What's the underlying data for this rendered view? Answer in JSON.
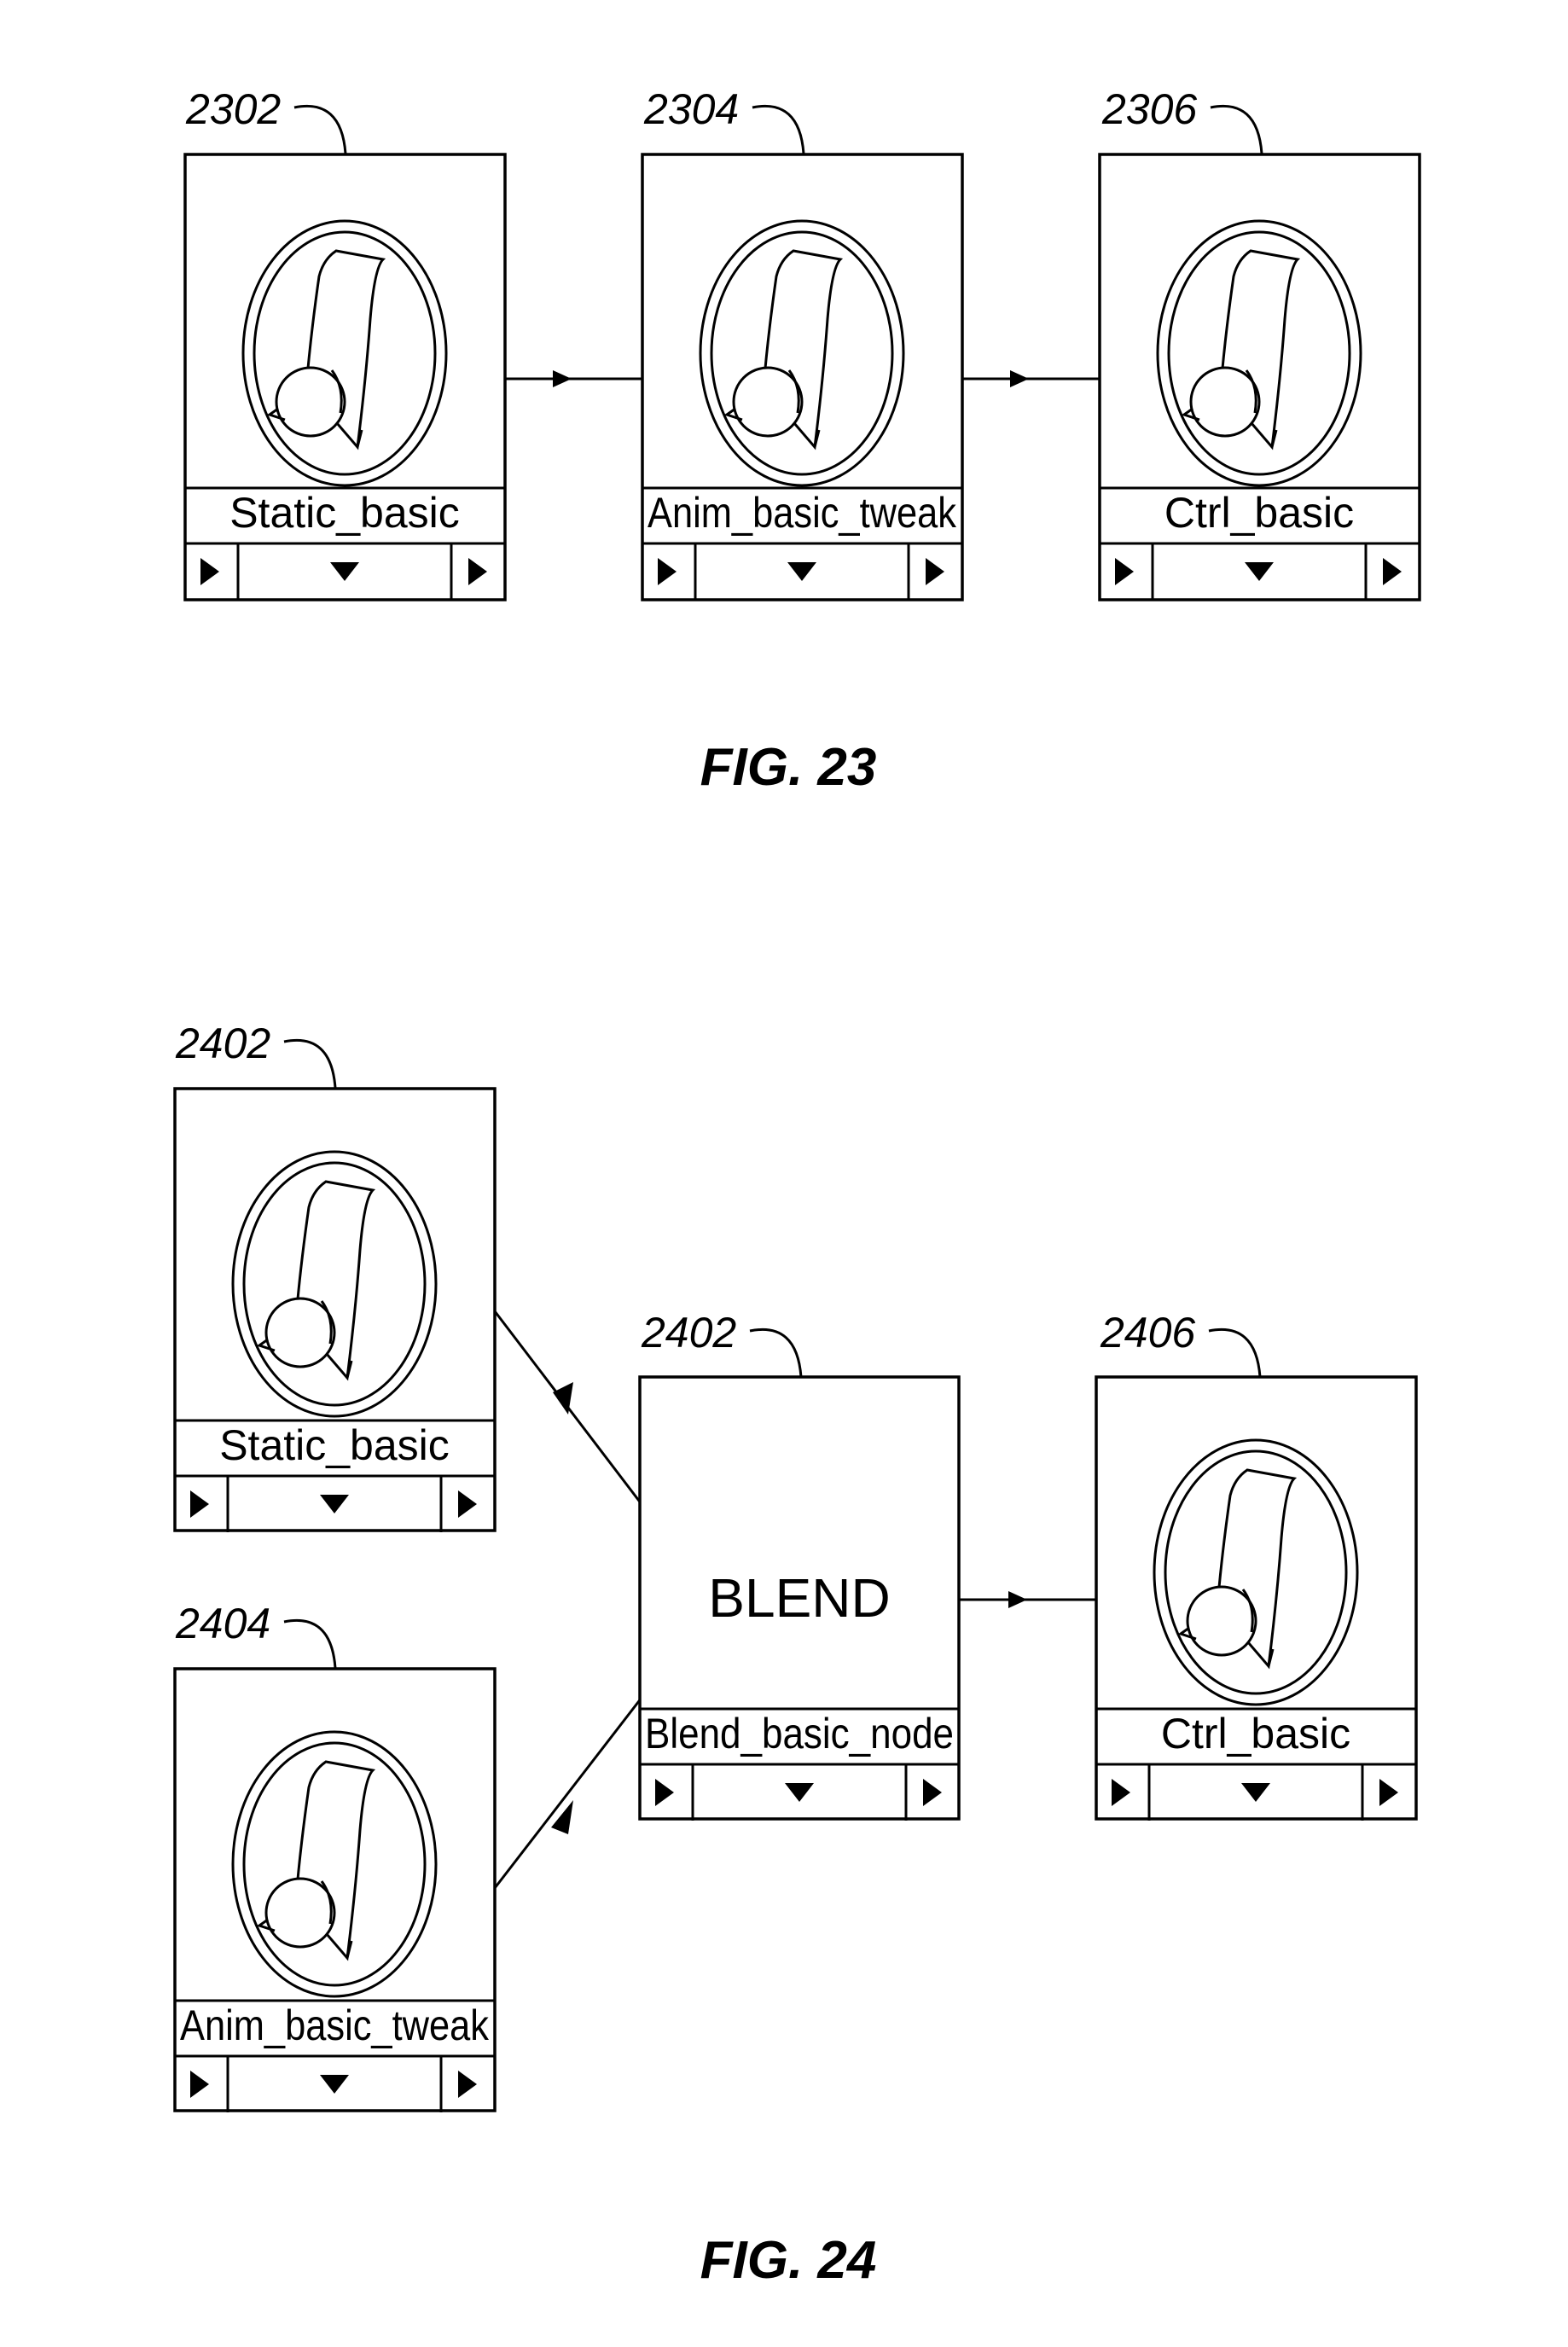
{
  "figures": [
    {
      "caption": "FIG. 23",
      "nodes": [
        {
          "ref": "2302",
          "name": "Static_basic",
          "kind": "character",
          "icon": "character-portrait-icon"
        },
        {
          "ref": "2304",
          "name": "Anim_basic_tweak",
          "kind": "character",
          "icon": "character-portrait-icon"
        },
        {
          "ref": "2306",
          "name": "Ctrl_basic",
          "kind": "character",
          "icon": "character-portrait-icon"
        }
      ],
      "edges": [
        [
          "2302",
          "2304"
        ],
        [
          "2304",
          "2306"
        ]
      ]
    },
    {
      "caption": "FIG. 24",
      "nodes": [
        {
          "ref": "2402",
          "name": "Static_basic",
          "kind": "character",
          "icon": "character-portrait-icon"
        },
        {
          "ref": "2404",
          "name": "Anim_basic_tweak",
          "kind": "character",
          "icon": "character-portrait-icon"
        },
        {
          "ref": "2402",
          "name": "Blend_basic_node",
          "kind": "blend",
          "title": "BLEND"
        },
        {
          "ref": "2406",
          "name": "Ctrl_basic",
          "kind": "character",
          "icon": "character-portrait-icon"
        }
      ],
      "edges": [
        [
          "2402",
          "BLEND"
        ],
        [
          "2404",
          "BLEND"
        ],
        [
          "BLEND",
          "2406"
        ]
      ]
    }
  ],
  "controls": {
    "play_icon": "play-icon",
    "dropdown_icon": "dropdown-icon",
    "next_icon": "next-icon"
  }
}
